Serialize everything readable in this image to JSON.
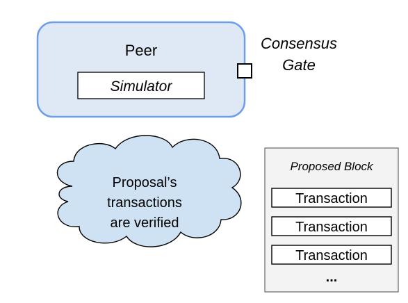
{
  "peer": {
    "title": "Peer",
    "simulator_label": "Simulator",
    "fill_color": "#dfe8f5",
    "stroke_color": "#6d9eeb"
  },
  "consensus_gate": {
    "line1": "Consensus",
    "line2": "Gate"
  },
  "cloud": {
    "line1": "Proposal’s",
    "line2": "transactions",
    "line3": "are verified",
    "fill_color": "#cfe2f3",
    "stroke_color": "#000000"
  },
  "proposed_block": {
    "title": "Proposed Block",
    "transactions": [
      "Transaction",
      "Transaction",
      "Transaction"
    ],
    "more": "...",
    "fill_color": "#f3f3f3",
    "stroke_color": "#666666"
  }
}
